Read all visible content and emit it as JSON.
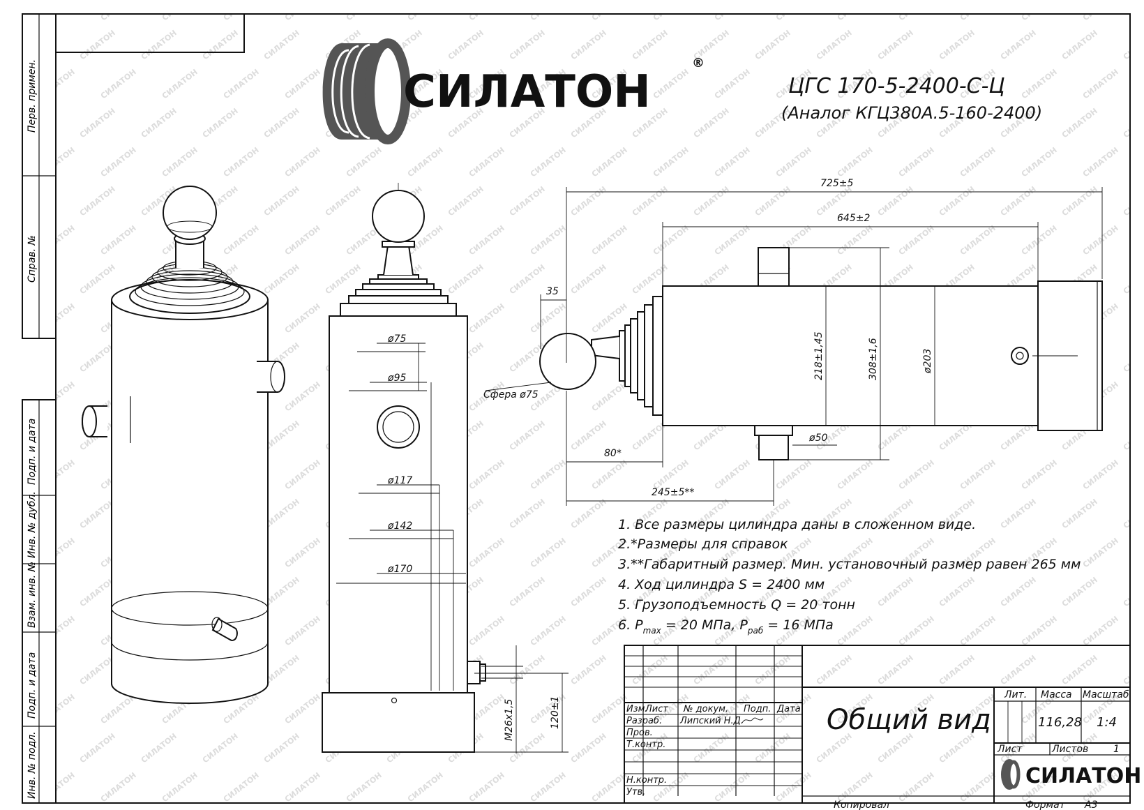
{
  "header": {
    "brand": "СИЛАТОН",
    "registered": "®",
    "model": "ЦГС 170-5-2400-С-Ц",
    "analog": "(Аналог КГЦ380А.5-160-2400)"
  },
  "watermark": "СИЛАТОН",
  "side_strip": [
    "Перв. примен.",
    "Справ. №",
    "Подп. и дата",
    "Инв. № дубл.",
    "Взам. инв. №",
    "Подп. и дата",
    "Инв. № подл."
  ],
  "dimensions": {
    "front": [
      "ø75",
      "ø95",
      "ø117",
      "ø142",
      "ø170",
      "M26x1,5",
      "120±1"
    ],
    "side": [
      "725±5",
      "645±2",
      "35",
      "Сфера ø75",
      "218±1,45",
      "308±1,6",
      "ø203",
      "ø50",
      "80*",
      "245±5**"
    ]
  },
  "notes": [
    "1. Все размеры цилиндра даны в сложенном виде.",
    "2.*Размеры для справок",
    "3.**Габаритный размер. Мин. установочный размер равен 265 мм",
    "4. Ход цилиндра S = 2400 мм",
    "5. Грузоподъемность Q = 20 тонн"
  ],
  "note6": {
    "prefix": "6. P",
    "max_sub": "max",
    "mid": " = 20 МПа, P",
    "rab_sub": "раб",
    "suffix": " = 16 МПа"
  },
  "title_block": {
    "col_headers": [
      "Изм.",
      "Лист",
      "№ докум.",
      "Подп.",
      "Дата"
    ],
    "roles": [
      "Разраб.",
      "Пров.",
      "Т.контр.",
      "",
      "Н.контр.",
      "Утв."
    ],
    "developer": "Липский Н.Д.",
    "title": "Общий вид",
    "lit": "Лит.",
    "mass_label": "Масса",
    "scale_label": "Масштаб",
    "mass": "116,28",
    "scale": "1:4",
    "sheet_label": "Лист",
    "sheets_label": "Листов",
    "sheets": "1",
    "copied": "Копировал",
    "format_label": "Формат",
    "format": "А3"
  }
}
